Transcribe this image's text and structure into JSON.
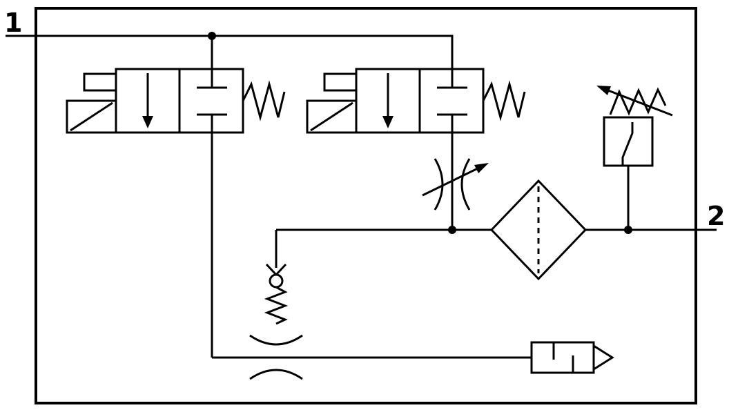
{
  "diagram": {
    "ports": {
      "port1": {
        "label": "1"
      },
      "port2": {
        "label": "2"
      }
    },
    "colors": {
      "line": "#000000",
      "background": "#ffffff"
    },
    "components": [
      {
        "name": "solenoid-valve-1",
        "type": "3/2-solenoid-valve-spring-return"
      },
      {
        "name": "solenoid-valve-2",
        "type": "3/2-solenoid-valve-spring-return"
      },
      {
        "name": "flow-control-valve",
        "type": "adjustable-throttle"
      },
      {
        "name": "check-valve",
        "type": "spring-loaded-check-valve"
      },
      {
        "name": "restriction",
        "type": "fixed-orifice"
      },
      {
        "name": "filter",
        "type": "pneumatic-filter"
      },
      {
        "name": "pressure-switch",
        "type": "adjustable-pressure-switch"
      },
      {
        "name": "silencer",
        "type": "exhaust-outlet"
      }
    ]
  }
}
